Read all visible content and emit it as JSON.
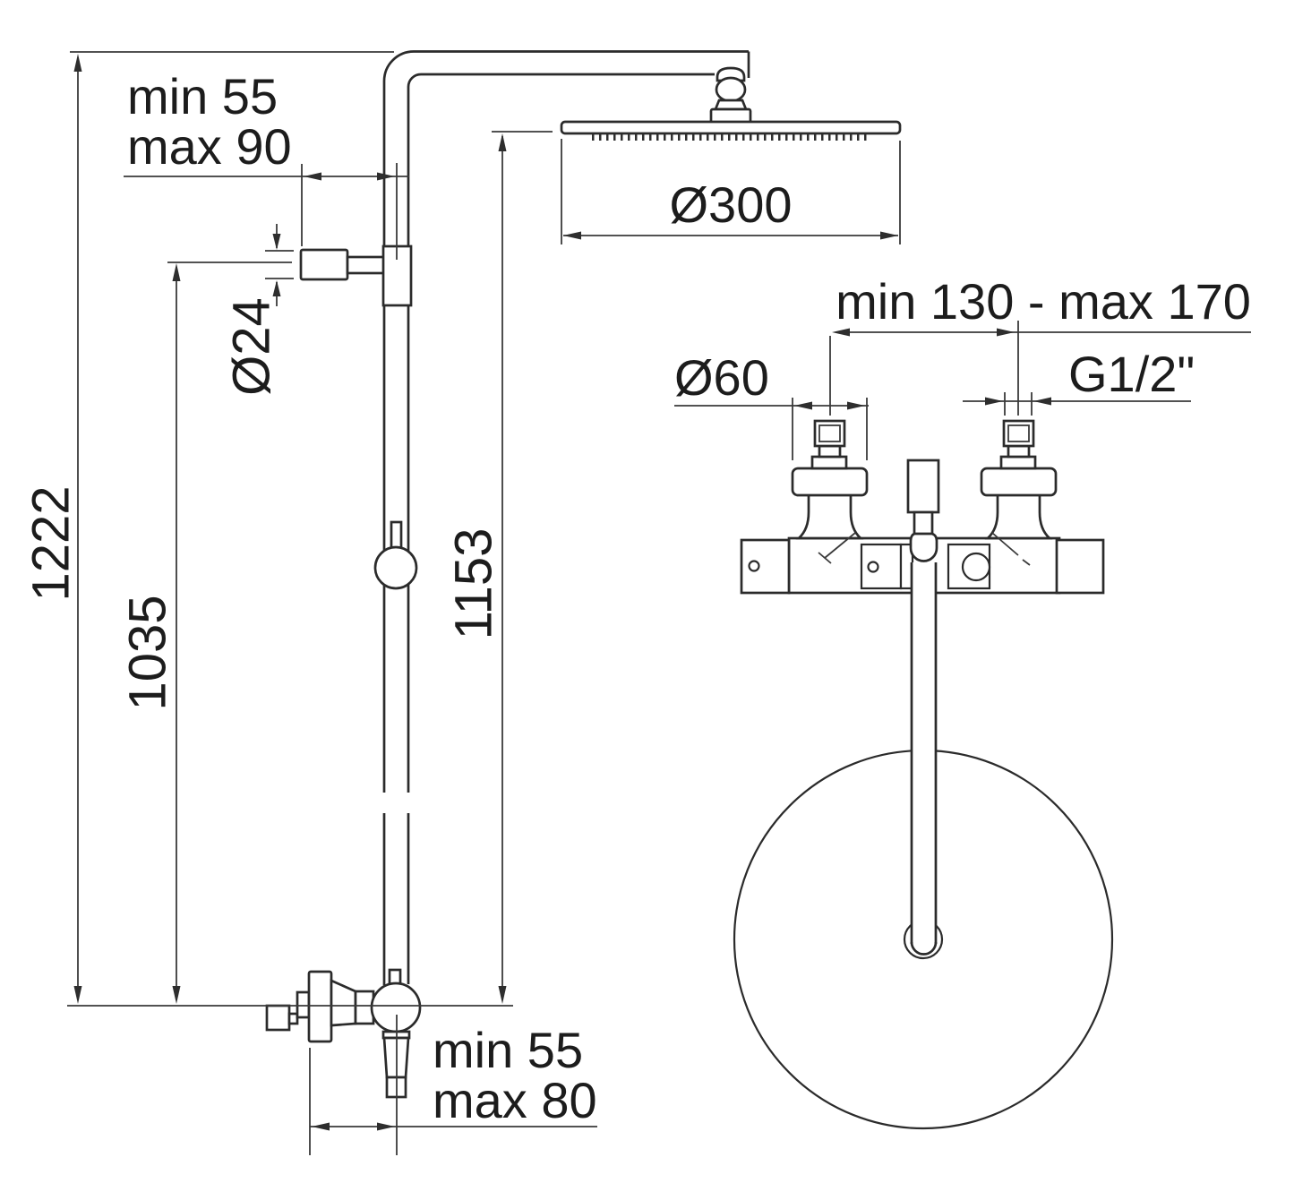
{
  "drawing": {
    "side_view": {
      "overall_height": "1222",
      "bracket_height": "1035",
      "head_height": "1153",
      "bracket_diameter": "Ø24",
      "head_diameter": "Ø300",
      "top_wall_distance_min": "min 55",
      "top_wall_distance_max": "max 90",
      "bottom_wall_distance_min": "min 55",
      "bottom_wall_distance_max": "max 80"
    },
    "front_view": {
      "inlet_spacing": "min 130 - max 170",
      "escutcheon_diameter": "Ø60",
      "thread_size": "G1/2\""
    }
  }
}
